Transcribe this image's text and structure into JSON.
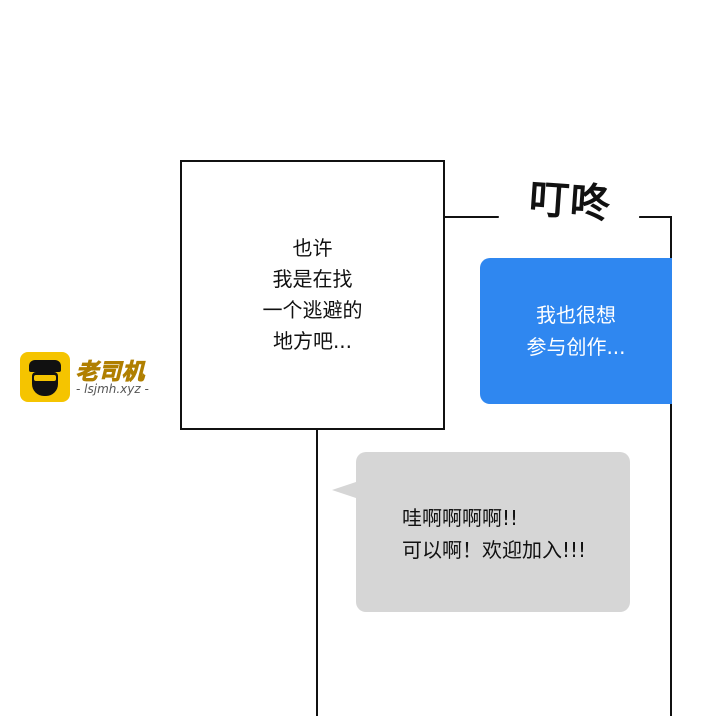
{
  "sound_effect": "叮咚",
  "narration": {
    "lines": [
      "也许",
      "我是在找",
      "一个逃避的",
      "地方吧..."
    ]
  },
  "chat": {
    "sent_message": {
      "lines": [
        "我也很想",
        "参与创作..."
      ],
      "color": "#2f87f0"
    },
    "received_message": {
      "lines": [
        "哇啊啊啊啊!!",
        "可以啊！欢迎加入!!!"
      ],
      "color": "#d6d6d6"
    }
  },
  "watermark": {
    "name": "老司机",
    "url": "- lsjmh.xyz -",
    "icon": "driver-logo-icon",
    "color": "#f5c400"
  }
}
